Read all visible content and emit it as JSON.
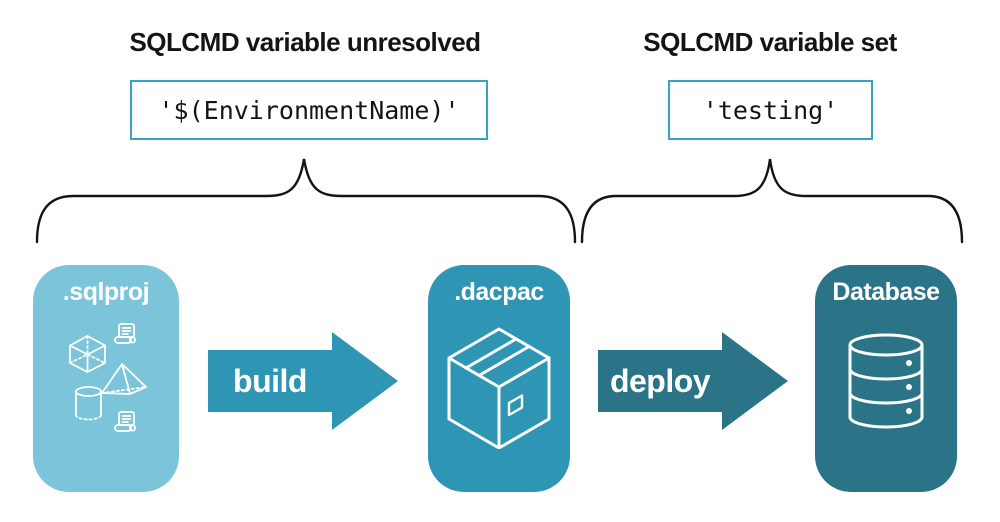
{
  "colors": {
    "light_blue": "#7CC4DA",
    "mid_teal": "#2E95B4",
    "dark_teal": "#2B7487",
    "code_border": "#36A3C6",
    "text": "#141414",
    "icon_white": "#FFFFFF"
  },
  "annotations": {
    "left": {
      "heading": "SQLCMD variable unresolved",
      "code": "'$(EnvironmentName)'"
    },
    "right": {
      "heading": "SQLCMD variable set",
      "code": "'testing'"
    }
  },
  "pipeline": {
    "stages": [
      {
        "label": ".sqlproj",
        "icon": "sql-project-objects-icon"
      },
      {
        "label": ".dacpac",
        "icon": "package-box-icon"
      },
      {
        "label": "Database",
        "icon": "database-cylinder-icon"
      }
    ],
    "arrows": [
      {
        "label": "build"
      },
      {
        "label": "deploy"
      }
    ]
  }
}
